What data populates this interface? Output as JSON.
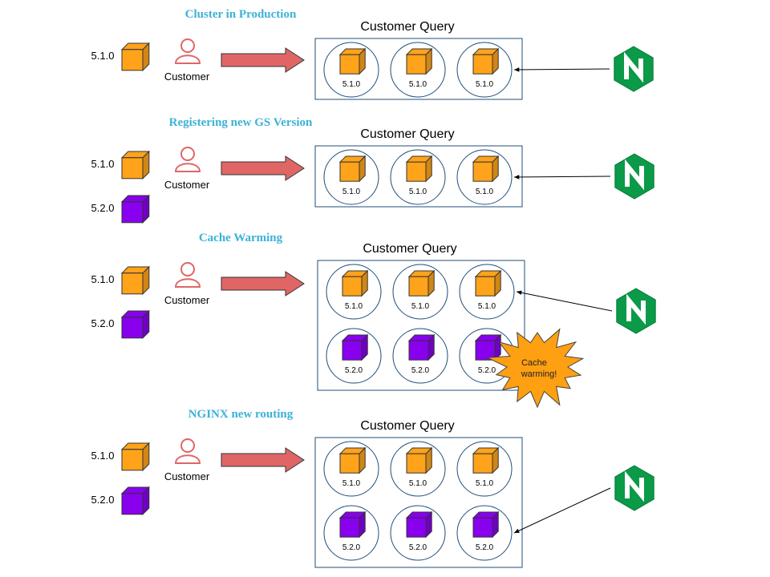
{
  "colors": {
    "v510": "#ffa31a",
    "v520": "#8800ee",
    "arrow": "#e06666",
    "section_title": "#3bb2d6",
    "nginx": "#0a9a48",
    "burst": "#ff9f12"
  },
  "icons": [
    "cube-icon",
    "person-icon",
    "nginx-logo-icon",
    "starburst-icon"
  ],
  "sections": [
    {
      "title": "Cluster in Production",
      "query_title": "Customer Query",
      "versions": [
        "5.1.0"
      ],
      "customer_label": "Customer",
      "rows": [
        [
          "5.1.0",
          "5.1.0",
          "5.1.0"
        ]
      ],
      "nginx_target_row": 0
    },
    {
      "title": "Registering new GS Version",
      "query_title": "Customer Query",
      "versions": [
        "5.1.0",
        "5.2.0"
      ],
      "customer_label": "Customer",
      "rows": [
        [
          "5.1.0",
          "5.1.0",
          "5.1.0"
        ]
      ],
      "nginx_target_row": 0
    },
    {
      "title": "Cache Warming",
      "query_title": "Customer Query",
      "versions": [
        "5.1.0",
        "5.2.0"
      ],
      "customer_label": "Customer",
      "rows": [
        [
          "5.1.0",
          "5.1.0",
          "5.1.0"
        ],
        [
          "5.2.0",
          "5.2.0",
          "5.2.0"
        ]
      ],
      "nginx_target_row": 0,
      "burst_text": [
        "Cache",
        "warming!"
      ]
    },
    {
      "title": "NGINX new routing",
      "query_title": "Customer Query",
      "versions": [
        "5.1.0",
        "5.2.0"
      ],
      "customer_label": "Customer",
      "rows": [
        [
          "5.1.0",
          "5.1.0",
          "5.1.0"
        ],
        [
          "5.2.0",
          "5.2.0",
          "5.2.0"
        ]
      ],
      "nginx_target_row": 1
    }
  ]
}
